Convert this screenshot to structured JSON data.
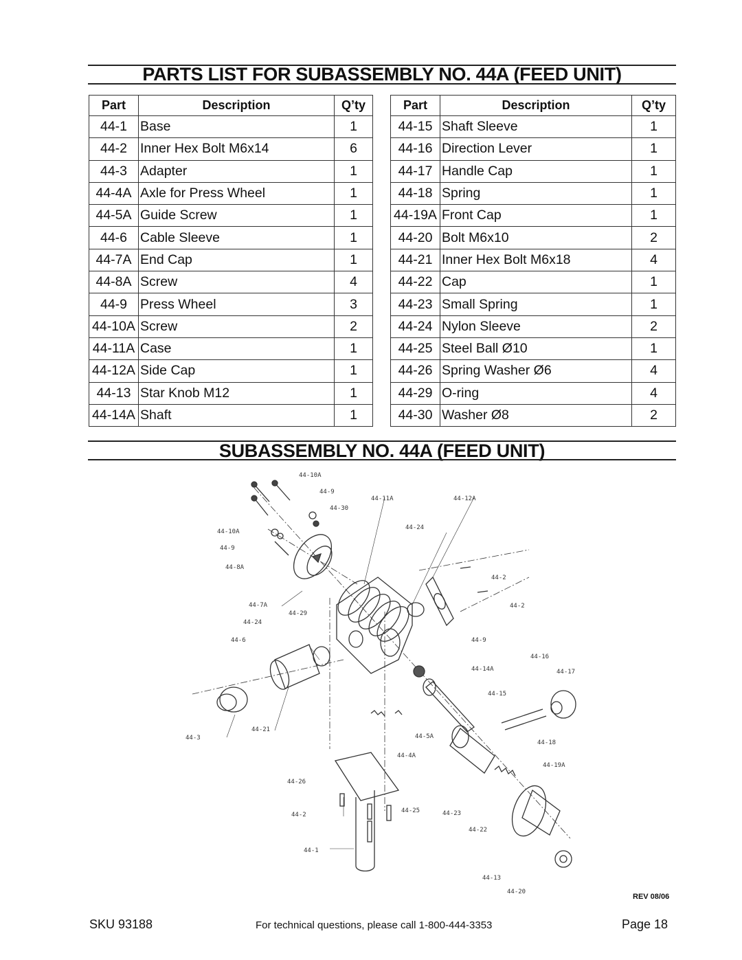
{
  "parts_list": {
    "title": "PARTS LIST FOR SUBASSEMBLY NO. 44A (FEED UNIT)",
    "headers": {
      "part": "Part",
      "description": "Description",
      "qty": "Q’ty"
    },
    "left_rows": [
      {
        "part": "44-1",
        "description": "Base",
        "qty": "1"
      },
      {
        "part": "44-2",
        "description": "Inner Hex Bolt M6x14",
        "qty": "6"
      },
      {
        "part": "44-3",
        "description": "Adapter",
        "qty": "1"
      },
      {
        "part": "44-4A",
        "description": "Axle for Press Wheel",
        "qty": "1"
      },
      {
        "part": "44-5A",
        "description": "Guide Screw",
        "qty": "1"
      },
      {
        "part": "44-6",
        "description": "Cable Sleeve",
        "qty": "1"
      },
      {
        "part": "44-7A",
        "description": "End Cap",
        "qty": "1"
      },
      {
        "part": "44-8A",
        "description": "Screw",
        "qty": "4"
      },
      {
        "part": "44-9",
        "description": "Press Wheel",
        "qty": "3"
      },
      {
        "part": "44-10A",
        "description": "Screw",
        "qty": "2"
      },
      {
        "part": "44-11A",
        "description": "Case",
        "qty": "1"
      },
      {
        "part": "44-12A",
        "description": "Side Cap",
        "qty": "1"
      },
      {
        "part": "44-13",
        "description": "Star Knob M12",
        "qty": "1"
      },
      {
        "part": "44-14A",
        "description": "Shaft",
        "qty": "1"
      }
    ],
    "right_rows": [
      {
        "part": "44-15",
        "description": "Shaft Sleeve",
        "qty": "1"
      },
      {
        "part": "44-16",
        "description": "Direction Lever",
        "qty": "1"
      },
      {
        "part": "44-17",
        "description": "Handle Cap",
        "qty": "1"
      },
      {
        "part": "44-18",
        "description": "Spring",
        "qty": "1"
      },
      {
        "part": "44-19A",
        "description": "Front Cap",
        "qty": "1"
      },
      {
        "part": "44-20",
        "description": "Bolt M6x10",
        "qty": "2"
      },
      {
        "part": "44-21",
        "description": "Inner Hex Bolt M6x18",
        "qty": "4"
      },
      {
        "part": "44-22",
        "description": "Cap",
        "qty": "1"
      },
      {
        "part": "44-23",
        "description": "Small Spring",
        "qty": "1"
      },
      {
        "part": "44-24",
        "description": "Nylon Sleeve",
        "qty": "2"
      },
      {
        "part": "44-25",
        "description": "Steel Ball Ø10",
        "qty": "1"
      },
      {
        "part": "44-26",
        "description": "Spring Washer Ø6",
        "qty": "4"
      },
      {
        "part": "44-29",
        "description": "O-ring",
        "qty": "4"
      },
      {
        "part": "44-30",
        "description": "Washer Ø8",
        "qty": "2"
      }
    ]
  },
  "subassembly": {
    "title": "SUBASSEMBLY NO. 44A (FEED UNIT)",
    "callouts": [
      "44-10A",
      "44-9",
      "44-30",
      "44-11A",
      "44-12A",
      "44-10A",
      "44-9",
      "44-8A",
      "44-24",
      "44-2",
      "44-2",
      "44-7A",
      "44-29",
      "44-24",
      "44-6",
      "44-9",
      "44-16",
      "44-14A",
      "44-17",
      "44-15",
      "44-21",
      "44-3",
      "44-5A",
      "44-18",
      "44-4A",
      "44-19A",
      "44-26",
      "44-2",
      "44-25",
      "44-23",
      "44-22",
      "44-1",
      "44-13",
      "44-20"
    ]
  },
  "revision": "REV 08/06",
  "footer": {
    "sku": "SKU 93188",
    "support": "For technical questions, please call 1-800-444-3353",
    "page": "Page 18"
  }
}
